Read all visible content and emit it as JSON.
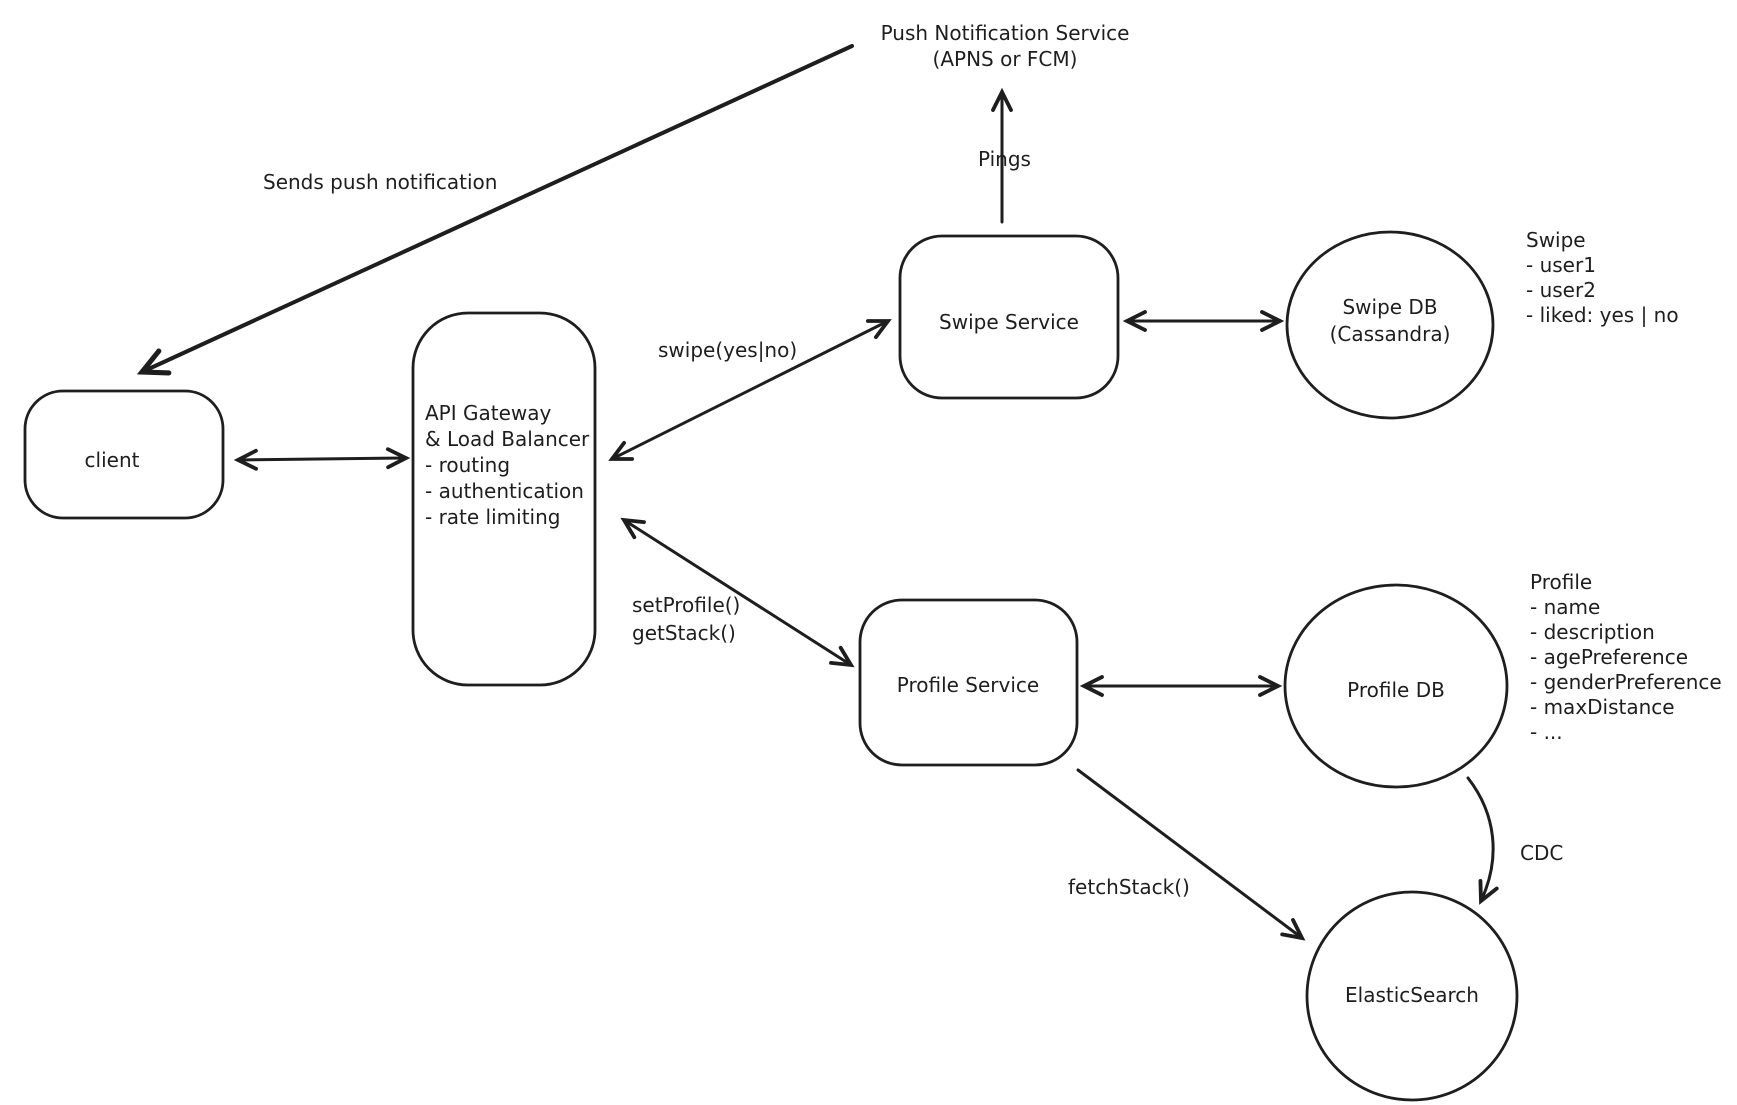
{
  "nodes": {
    "push_notification": {
      "line1": "Push Notification Service",
      "line2": "(APNS or FCM)"
    },
    "client": {
      "label": "client"
    },
    "api_gateway": {
      "line1": "API Gateway",
      "line2": "& Load Balancer",
      "line3": "- routing",
      "line4": "- authentication",
      "line5": "- rate limiting"
    },
    "swipe_service": {
      "label": "Swipe Service"
    },
    "swipe_db": {
      "line1": "Swipe DB",
      "line2": "(Cassandra)"
    },
    "profile_service": {
      "label": "Profile Service"
    },
    "profile_db": {
      "label": "Profile DB"
    },
    "elasticsearch": {
      "label": "ElasticSearch"
    }
  },
  "edge_labels": {
    "sends_push": "Sends push notification",
    "pings": "Pings",
    "swipe": "swipe(yes|no)",
    "set_profile": "setProfile()",
    "get_stack": "getStack()",
    "fetch_stack": "fetchStack()",
    "cdc": "CDC"
  },
  "annotations": {
    "swipe_schema": {
      "title": "Swipe",
      "items": [
        "- user1",
        "- user2",
        "- liked: yes | no"
      ]
    },
    "profile_schema": {
      "title": "Profile",
      "items": [
        "- name",
        "- description",
        "- agePreference",
        "- genderPreference",
        "- maxDistance",
        "- ..."
      ]
    }
  },
  "colors": {
    "stroke": "#1e1e1e",
    "background": "#ffffff"
  }
}
